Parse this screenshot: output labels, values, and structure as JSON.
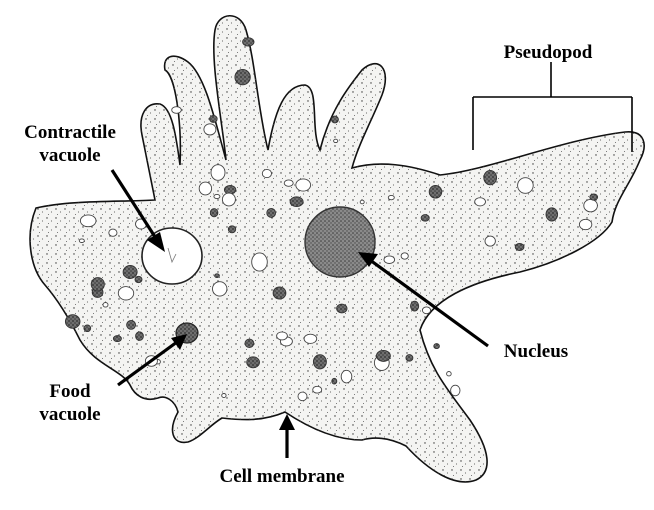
{
  "labels": {
    "contractile_vacuole": [
      "Contractile",
      "vacuole"
    ],
    "pseudopod": "Pseudopod",
    "nucleus": "Nucleus",
    "food_vacuole": [
      "Food",
      "vacuole"
    ],
    "cell_membrane": "Cell membrane"
  },
  "colors": {
    "outline": "#111111",
    "cytoplasm": "#f4f4f2",
    "stipple": "#333333",
    "organelle_dark": "#555555",
    "nucleus": "#7a7a7a",
    "text": "#000000"
  }
}
